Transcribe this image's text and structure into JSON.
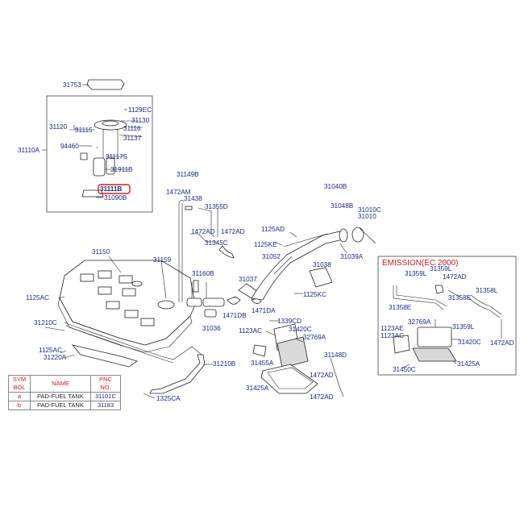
{
  "emission_title": "EMISSION(EC 2000)",
  "callouts": {
    "c31753": "31753",
    "c1129EC": "1129EC",
    "c31130": "31130",
    "c31120": "31120",
    "c31116": "31116",
    "c31115": "31115",
    "c31137": "31137",
    "c31110A": "31110A",
    "c94460": "94460",
    "c31117S": "31117S",
    "c31911B": "31911B",
    "c31111B": "31111B",
    "c31090B": "31090B",
    "c31149B": "31149B",
    "c1472AM": "1472AM",
    "c31438": "31438",
    "c31355D": "31355D",
    "c1472AD_a": "1472AD",
    "c1472AD_b": "1472AD",
    "c31345C": "31345C",
    "c31040B": "31040B",
    "c31048B": "31048B",
    "c31010C": "31010C",
    "c31010": "31010",
    "c1125AD": "1125AD",
    "c1125KE": "1125KE",
    "c31052": "31052",
    "c31039A": "31039A",
    "c31038": "31038",
    "c31150": "31150",
    "c31159": "31159",
    "c31160B": "31160B",
    "c31037": "31037",
    "c1125KC": "1125KC",
    "c1125AC_a": "1125AC",
    "c1471DB": "1471DB",
    "c1471DA": "1471DA",
    "c31036": "31036",
    "c1339CD": "1339CD",
    "c1123AC": "1123AC",
    "c31420C": "31420C",
    "c32769A": "32769A",
    "c31210C": "31210C",
    "c1125AC_b": "1125AC",
    "c31220A": "31220A",
    "c31455A": "31455A",
    "c31148D": "31148D",
    "c31210B": "31210B",
    "c1472AD_c": "1472AD",
    "c31425A": "31425A",
    "c1472AD_d": "1472AD",
    "c1325CA": "1325CA",
    "e31359L_a": "31359L",
    "e31359L_b": "31359L",
    "e1472AD_a": "1472AD",
    "e31358L": "31358L",
    "e31358E_a": "31358E",
    "e31358E_b": "31358E",
    "e31359L_c": "31359L",
    "e1123AE": "1123AE",
    "e1123AC": "1123AC",
    "e32769A": "32769A",
    "e31420C": "31420C",
    "e1472AD_b": "1472AD",
    "e31450C": "31450C",
    "e31425A": "31425A"
  },
  "legend": {
    "headers": {
      "sym_line1": "SYM",
      "sym_line2": "BOL",
      "name": "NAME",
      "pnc_line1": "PNC",
      "pnc_line2": "NO."
    },
    "rows": [
      {
        "symbol": "a",
        "name": "PAD-FUEL TANK",
        "pnc": "31101C"
      },
      {
        "symbol": "b",
        "name": "PAD-FUEL TANK",
        "pnc": "31183"
      }
    ]
  },
  "colors": {
    "label": "#1a2a80",
    "highlight": "#e0191b",
    "title": "#d11a1a"
  }
}
